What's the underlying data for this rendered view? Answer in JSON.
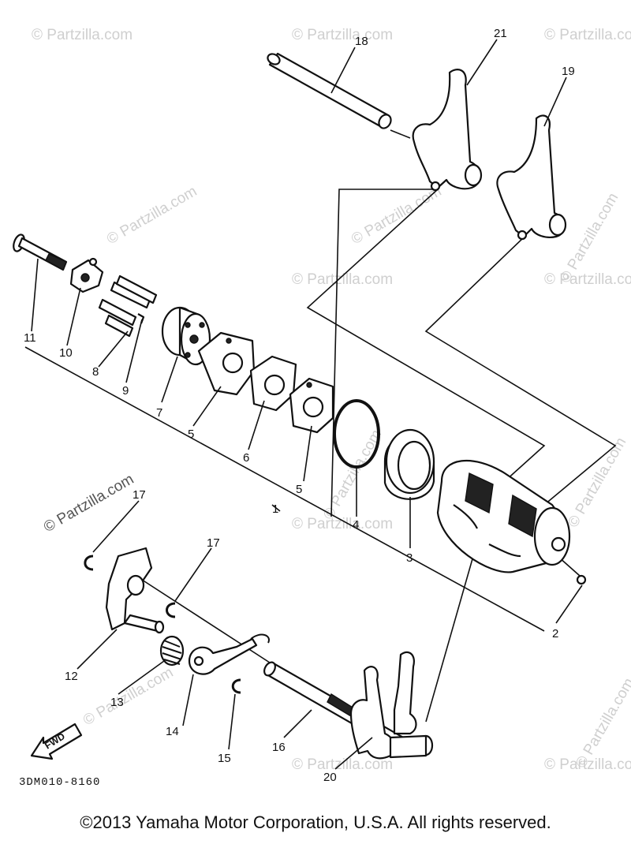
{
  "watermark": "© Partzilla.com",
  "callouts": [
    "1",
    "2",
    "3",
    "4",
    "5",
    "5",
    "6",
    "7",
    "8",
    "9",
    "10",
    "11",
    "12",
    "13",
    "14",
    "15",
    "16",
    "17",
    "17",
    "18",
    "19",
    "20",
    "21"
  ],
  "fwd_label": "FWD",
  "catalog_code": "3DM010-8160",
  "copyright": "©2013  Yamaha Motor Corporation, U.S.A. All rights reserved."
}
